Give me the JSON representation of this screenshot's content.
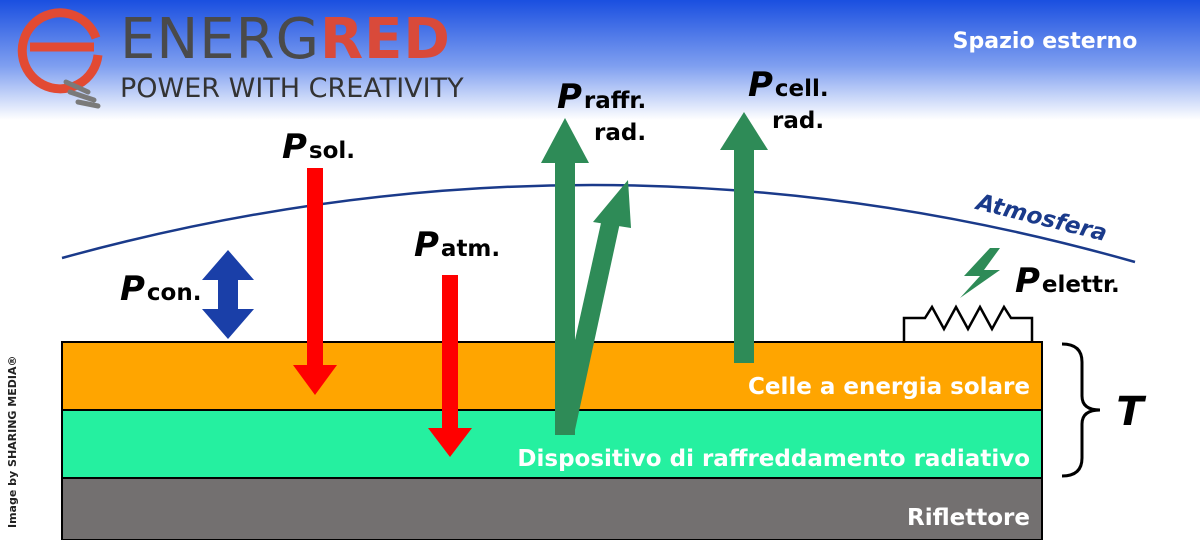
{
  "brand": {
    "name_part1": "ENERG",
    "name_part2": "RED",
    "tagline": "POWER WITH CREATIVITY",
    "logo_icon": "energred-bulb-logo-icon"
  },
  "credit": "Image by SHARING MEDIA®",
  "labels": {
    "outer_space": "Spazio esterno",
    "atmosphere": "Atmosfera",
    "temperature": "T",
    "layer_solar_cells": "Celle a energia solare",
    "layer_radiative_cooling": "Dispositivo di raffreddamento radiativo",
    "layer_reflector": "Riflettore"
  },
  "powers": {
    "p_symbol": "P",
    "sol": "sol.",
    "con": "con.",
    "atm": "atm.",
    "raffr_line1": "raffr.",
    "raffr_line2": "rad.",
    "cell_line1": "cell.",
    "cell_line2": "rad.",
    "elettr": "elettr."
  },
  "colors": {
    "sky_top": "#1a4fe0",
    "solar_cells": "#ffa500",
    "cooling_device": "#25f0a0",
    "reflector": "#737070",
    "sun_arrow": "#ff0000",
    "radiation_arrow": "#2e8b57",
    "convection_arrow": "#1a3fa8",
    "atmosphere_line": "#1a3a8a",
    "electric_bolt": "#2e8b57"
  },
  "icons": {
    "resistor": "resistor-icon",
    "bolt": "lightning-bolt-icon",
    "brace": "curly-brace-icon"
  }
}
